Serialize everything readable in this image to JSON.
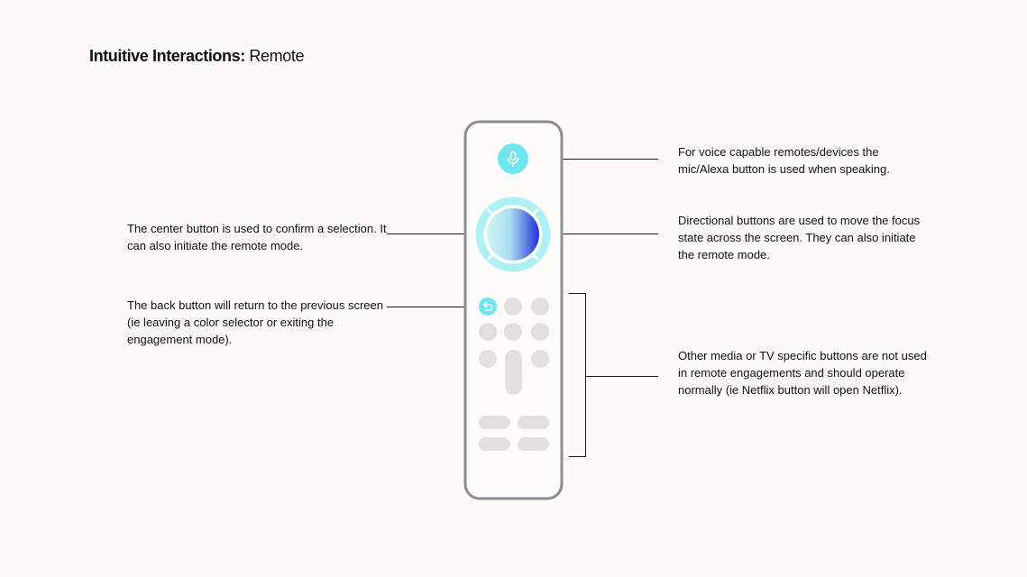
{
  "heading": {
    "bold": "Intuitive Interactions:",
    "regular": " Remote"
  },
  "callouts": {
    "center": "The center button is used to confirm a selection. It can also initiate the remote mode.",
    "back": "The back button will return to the previous screen (ie leaving a color selector or exiting the engagement mode).",
    "mic": "For voice capable remotes/devices the mic/Alexa button is used when speaking.",
    "directional": "Directional buttons are used to move the focus state across the screen. They can also initiate the remote mode.",
    "other": "Other media or TV specific buttons are not used in remote engagements and should operate normally (ie Netflix button will open Netflix)."
  },
  "icons": {
    "mic": "microphone-icon",
    "back": "back-arrow-icon"
  },
  "colors": {
    "highlight": "#6fe6ef",
    "ring": "#aef1f5",
    "center_gradient_end": "#1f2fd8",
    "inactive_button": "#e2e0dc",
    "remote_outline": "#8c8a99",
    "remote_body": "#fdfcfa"
  }
}
